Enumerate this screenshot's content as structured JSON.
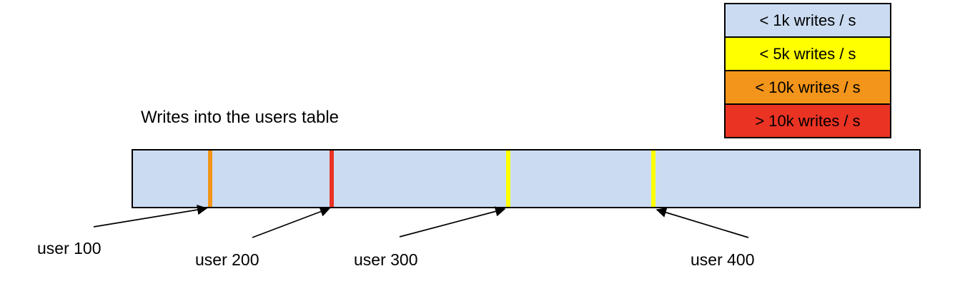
{
  "title": "Writes into the users table",
  "legend": {
    "items": [
      {
        "label": "< 1k writes / s",
        "color": "#cbdcf2"
      },
      {
        "label": "< 5k writes / s",
        "color": "#ffff00"
      },
      {
        "label": "< 10k writes / s",
        "color": "#f3951a"
      },
      {
        "label": "> 10k writes / s",
        "color": "#ea3323"
      }
    ]
  },
  "bar": {
    "fill": "#cbdcf2",
    "border_color": "#000000",
    "markers": [
      {
        "label": "user 100",
        "color": "#f3951a",
        "legend_bucket": "< 10k writes / s"
      },
      {
        "label": "user 200",
        "color": "#ea3323",
        "legend_bucket": "> 10k writes / s"
      },
      {
        "label": "user 300",
        "color": "#ffff00",
        "legend_bucket": "< 5k writes / s"
      },
      {
        "label": "user 400",
        "color": "#ffff00",
        "legend_bucket": "< 5k writes / s"
      }
    ]
  }
}
